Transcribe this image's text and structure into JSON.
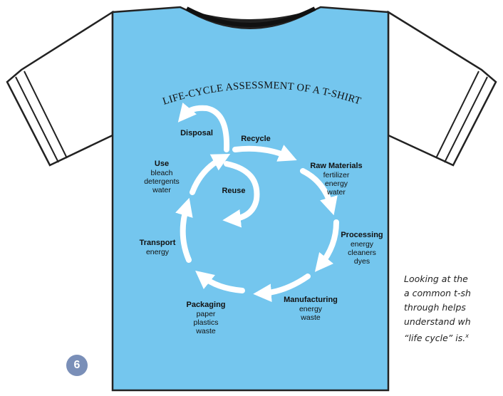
{
  "title": "LIFE-CYCLE ASSESSMENT OF A T-SHIRT",
  "stages": {
    "disposal": {
      "title": "Disposal",
      "details": []
    },
    "recycle": {
      "title": "Recycle",
      "details": []
    },
    "raw_materials": {
      "title": "Raw Materials",
      "details": [
        "fertilizer",
        "energy",
        "water"
      ]
    },
    "processing": {
      "title": "Processing",
      "details": [
        "energy",
        "cleaners",
        "dyes"
      ]
    },
    "manufacturing": {
      "title": "Manufacturing",
      "details": [
        "energy",
        "waste"
      ]
    },
    "packaging": {
      "title": "Packaging",
      "details": [
        "paper",
        "plastics",
        "waste"
      ]
    },
    "transport": {
      "title": "Transport",
      "details": [
        "energy"
      ]
    },
    "use": {
      "title": "Use",
      "details": [
        "bleach",
        "detergents",
        "water"
      ]
    },
    "reuse": {
      "title": "Reuse",
      "details": []
    }
  },
  "caption": {
    "lines": [
      "Looking at the",
      "a common t-sh",
      "through helps",
      "understand wh",
      "“life cycle” is."
    ],
    "footnote": "x"
  },
  "page_number": "6",
  "colors": {
    "shirt": "#74c6ee",
    "arrow": "#ffffff",
    "collar": "#222222",
    "badge": "#7a8fb8"
  }
}
